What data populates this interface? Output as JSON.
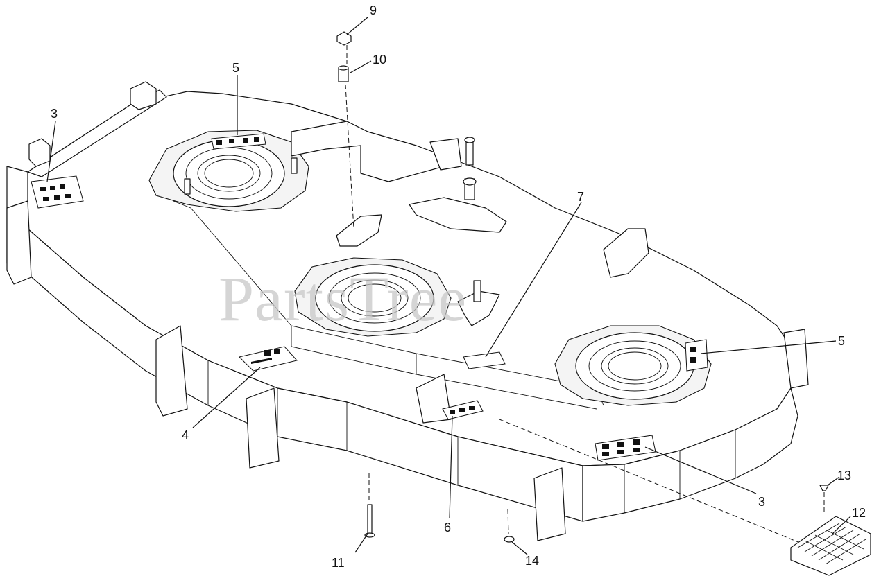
{
  "watermark": "PartsTree",
  "callouts": [
    {
      "id": "c9",
      "label": "9"
    },
    {
      "id": "c10",
      "label": "10"
    },
    {
      "id": "c5a",
      "label": "5"
    },
    {
      "id": "c3a",
      "label": "3"
    },
    {
      "id": "c7",
      "label": "7"
    },
    {
      "id": "c5b",
      "label": "5"
    },
    {
      "id": "c4",
      "label": "4"
    },
    {
      "id": "c6",
      "label": "6"
    },
    {
      "id": "c3b",
      "label": "3"
    },
    {
      "id": "c11",
      "label": "11"
    },
    {
      "id": "c14",
      "label": "14"
    },
    {
      "id": "c13",
      "label": "13"
    },
    {
      "id": "c12",
      "label": "12"
    }
  ]
}
